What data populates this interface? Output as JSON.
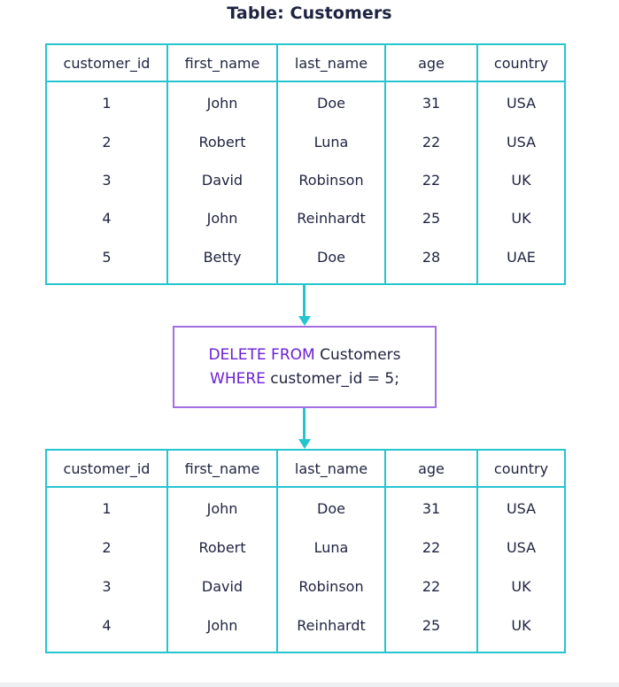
{
  "title": "Table: Customers",
  "columns": [
    "customer_id",
    "first_name",
    "last_name",
    "age",
    "country"
  ],
  "table_before": [
    [
      "1",
      "John",
      "Doe",
      "31",
      "USA"
    ],
    [
      "2",
      "Robert",
      "Luna",
      "22",
      "USA"
    ],
    [
      "3",
      "David",
      "Robinson",
      "22",
      "UK"
    ],
    [
      "4",
      "John",
      "Reinhardt",
      "25",
      "UK"
    ],
    [
      "5",
      "Betty",
      "Doe",
      "28",
      "UAE"
    ]
  ],
  "query": {
    "line1_keyword": "DELETE FROM",
    "line1_text": " Customers",
    "line2_keyword": "WHERE",
    "line2_text": " customer_id = 5;"
  },
  "table_after": [
    [
      "1",
      "John",
      "Doe",
      "31",
      "USA"
    ],
    [
      "2",
      "Robert",
      "Luna",
      "22",
      "USA"
    ],
    [
      "3",
      "David",
      "Robinson",
      "22",
      "UK"
    ],
    [
      "4",
      "John",
      "Reinhardt",
      "25",
      "UK"
    ]
  ],
  "colors": {
    "table_border": "#25c5cf",
    "query_border": "#a36ee0",
    "keyword": "#6a1fd6",
    "text": "#1e2340"
  }
}
